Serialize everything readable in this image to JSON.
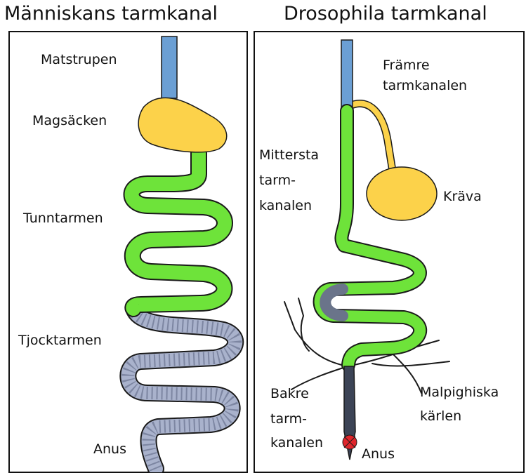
{
  "titles": {
    "human": "Människans tarmkanal",
    "drosophila": "Drosophila tarmkanal"
  },
  "human_labels": {
    "esophagus": "Matstrupen",
    "stomach": "Magsäcken",
    "small_intestine": "Tunntarmen",
    "large_intestine": "Tjocktarmen",
    "anus": "Anus"
  },
  "fly_labels": {
    "foregut_1": "Främre",
    "foregut_2": "tarmkanalen",
    "midgut_1": "Mittersta",
    "midgut_2": "tarm-",
    "midgut_3": "kanalen",
    "crop": "Kräva",
    "hindgut_1": "Bakre",
    "hindgut_2": "tarm-",
    "hindgut_3": "kanalen",
    "malpighian_1": "Malpighiska",
    "malpighian_2": "kärlen",
    "anus": "Anus"
  },
  "colors": {
    "esophagus": "#6b9fd4",
    "stomach": "#fcd24a",
    "small_intestine": "#6ee33a",
    "large_intestine": "#a9b2cc",
    "hindgut": "#3c4456",
    "anus": "#e0252b",
    "outline": "#1a1a1a"
  }
}
